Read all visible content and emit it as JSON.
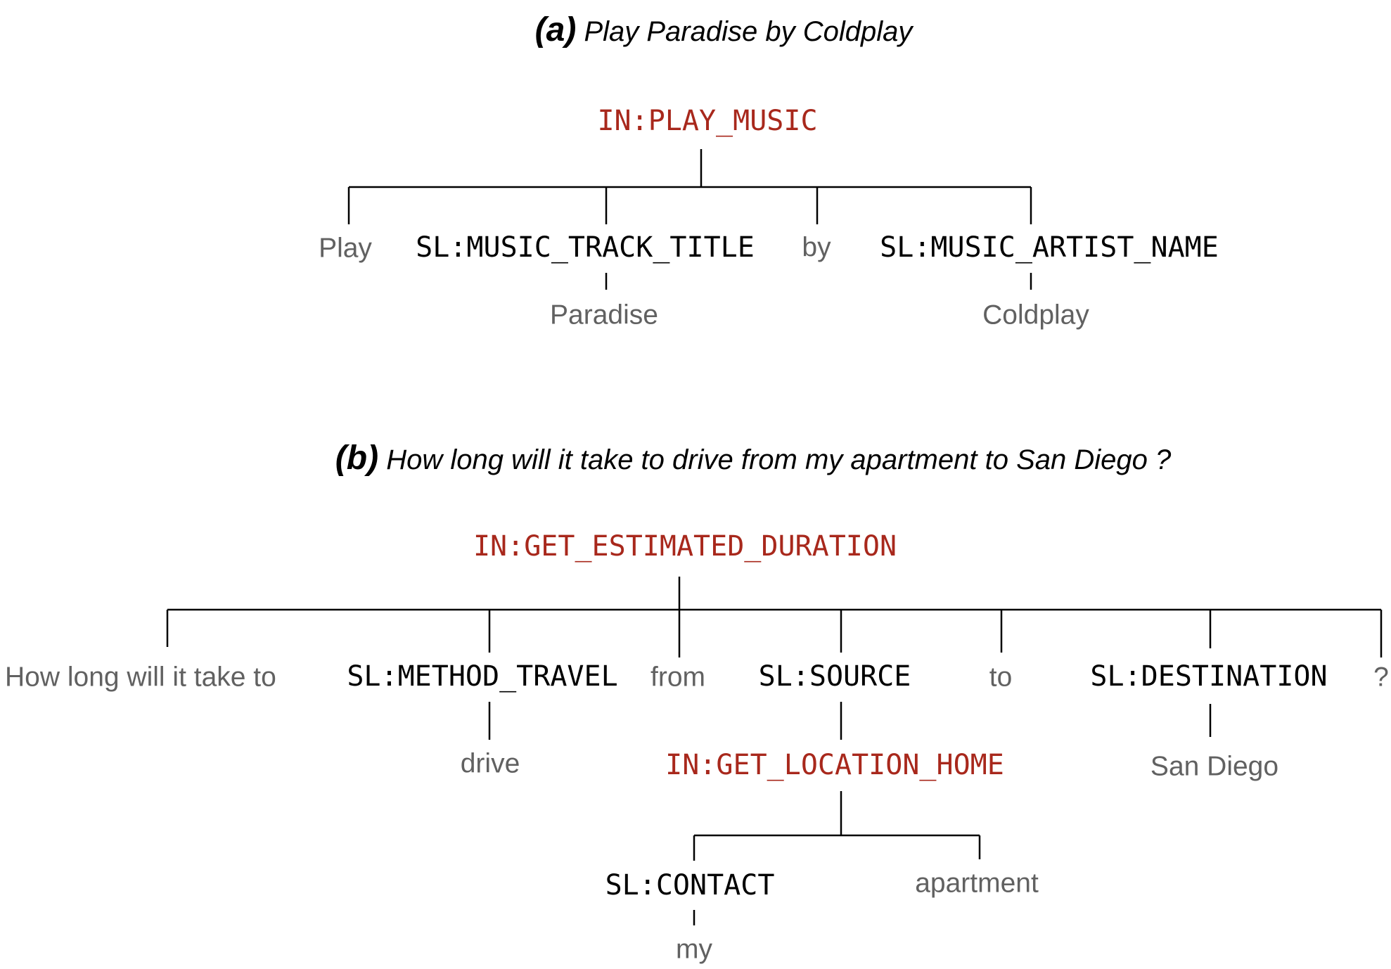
{
  "trees": [
    {
      "caption_label": "(a)",
      "caption_text": "Play Paradise by Coldplay",
      "root": "IN:PLAY_MUSIC",
      "children": [
        "Play",
        "SL:MUSIC_TRACK_TITLE",
        "by",
        "SL:MUSIC_ARTIST_NAME"
      ],
      "leaves": [
        "Paradise",
        "Coldplay"
      ]
    },
    {
      "caption_label": "(b)",
      "caption_text": "How long will it take to drive from my apartment to San Diego ?",
      "root": "IN:GET_ESTIMATED_DURATION",
      "children": [
        "How long will it take to",
        "SL:METHOD_TRAVEL",
        "from",
        "SL:SOURCE",
        "to",
        "SL:DESTINATION",
        "?"
      ],
      "level2": [
        "drive",
        "IN:GET_LOCATION_HOME",
        "San Diego"
      ],
      "level3": [
        "SL:CONTACT",
        "apartment"
      ],
      "level4": [
        "my"
      ]
    }
  ],
  "colors": {
    "intent": "#a8281c",
    "slot": "#000000",
    "word": "#616161",
    "edge": "#000000"
  }
}
